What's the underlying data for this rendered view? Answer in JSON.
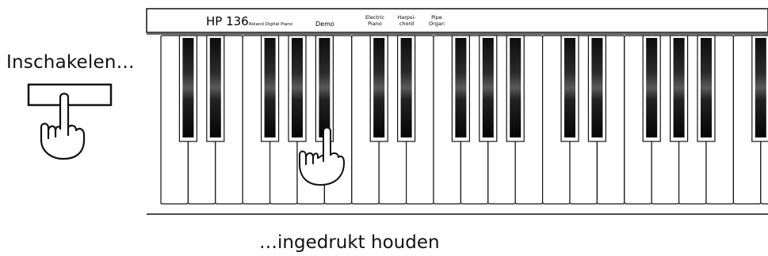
{
  "instructions": {
    "power_on": "Inschakelen…",
    "hold_down": "…ingedrukt houden"
  },
  "panel": {
    "model": "HP 136",
    "brand": "Roland Digital Piano",
    "buttons": [
      "Demo",
      "Electric Piano",
      "Harpsi-chord",
      "Pipe Organ"
    ]
  },
  "keyboard": {
    "white_keys": 23,
    "pressed_key": "black key below Demo"
  }
}
